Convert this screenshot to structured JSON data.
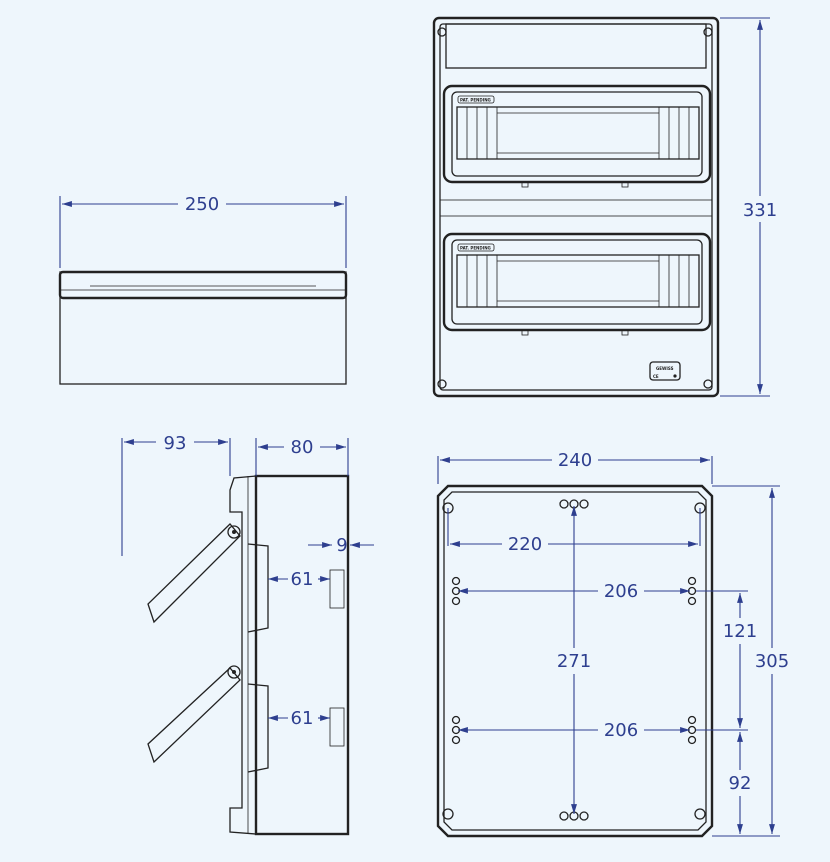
{
  "top_view": {
    "width": "250"
  },
  "front_view": {
    "height": "331",
    "label_plate": "PAT. PENDING",
    "logo": "GEWISS",
    "ce_mark": "CE"
  },
  "side_view": {
    "door_swing": "93",
    "depth": "80",
    "rail_offset": "9",
    "rail_depth_upper": "61",
    "rail_depth_lower": "61"
  },
  "back_view": {
    "width": "240",
    "hole_spacing_horizontal": "220",
    "rail_holes_upper": "206",
    "rail_holes_lower": "206",
    "hole_spacing_vertical": "271",
    "height": "305",
    "upper_offset": "121",
    "lower_offset": "92"
  },
  "colors": {
    "background": "#eef6fc",
    "dimension": "#2e3f8f",
    "line": "#222222"
  }
}
